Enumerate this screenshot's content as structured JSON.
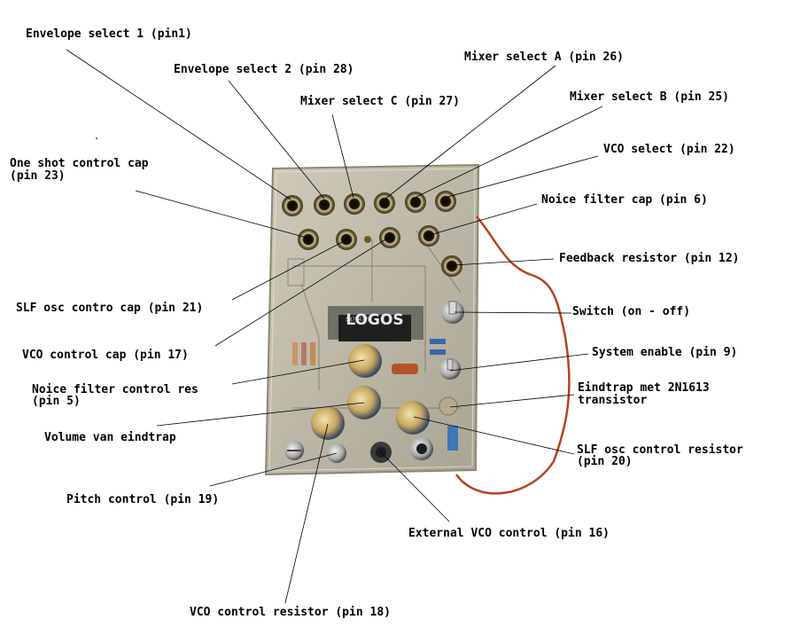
{
  "labels": {
    "envelope_select_1": "Envelope select 1 (pin1)",
    "envelope_select_2": "Envelope select 2 (pin 28)",
    "mixer_select_c": "Mixer select C (pin 27)",
    "mixer_select_a": "Mixer select A (pin 26)",
    "mixer_select_b": "Mixer select B (pin 25)",
    "vco_select": "VCO select (pin 22)",
    "one_shot_line1": "One shot control cap",
    "one_shot_line2": "(pin 23)",
    "noice_filter_cap": "Noice filter cap (pin 6)",
    "feedback_resistor": "Feedback resistor (pin 12)",
    "slf_osc_cap": "SLF osc contro cap (pin 21)",
    "switch": "Switch (on - off)",
    "vco_control_cap": "VCO control cap (pin 17)",
    "system_enable": "System enable (pin 9)",
    "noice_res_line1": "Noice filter control res",
    "noice_res_line2": "(pin 5)",
    "eindtrap_line1": "Eindtrap met 2N1613",
    "eindtrap_line2": "transistor",
    "volume": "Volume van eindtrap",
    "slf_res_line1": "SLF osc control resistor",
    "slf_res_line2": "(pin 20)",
    "pitch": "Pitch control (pin 19)",
    "external_vco": "External VCO control (pin 16)",
    "vco_resistor": "VCO control resistor (pin 18)"
  },
  "board": {
    "chip_brand": "LOGOS",
    "chip_part": "SN76477N"
  },
  "colors": {
    "board_bg": "#bdb8a7",
    "jack_ring": "#4a3f2a",
    "wire": "#b5431e",
    "knob": "#8fa0b8",
    "label": "#000000"
  }
}
